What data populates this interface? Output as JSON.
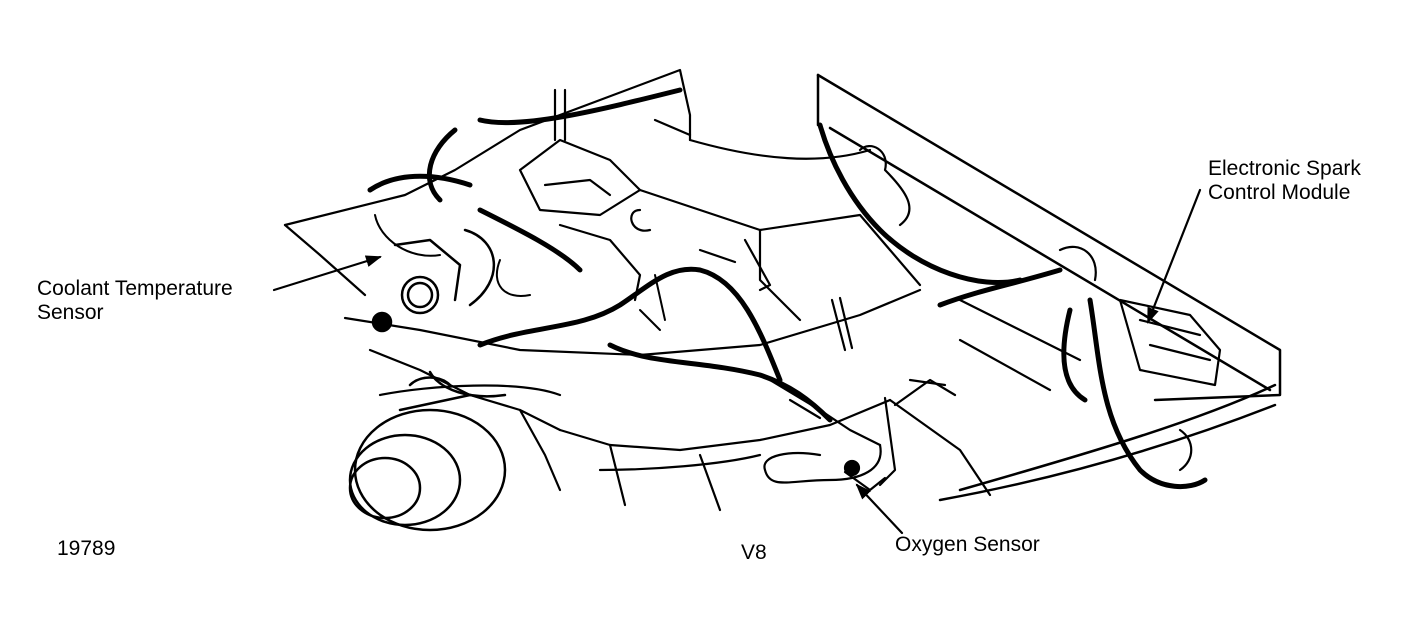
{
  "diagram": {
    "callouts": [
      {
        "id": "coolant",
        "lines": [
          "Coolant Temperature",
          "Sensor"
        ]
      },
      {
        "id": "esc",
        "lines": [
          "Electronic Spark",
          "Control Module"
        ]
      },
      {
        "id": "oxygen",
        "lines": [
          "Oxygen Sensor"
        ]
      }
    ],
    "engine_label": "V8",
    "figure_number": "19789",
    "colors": {
      "ink": "#000000",
      "background": "#ffffff"
    }
  }
}
